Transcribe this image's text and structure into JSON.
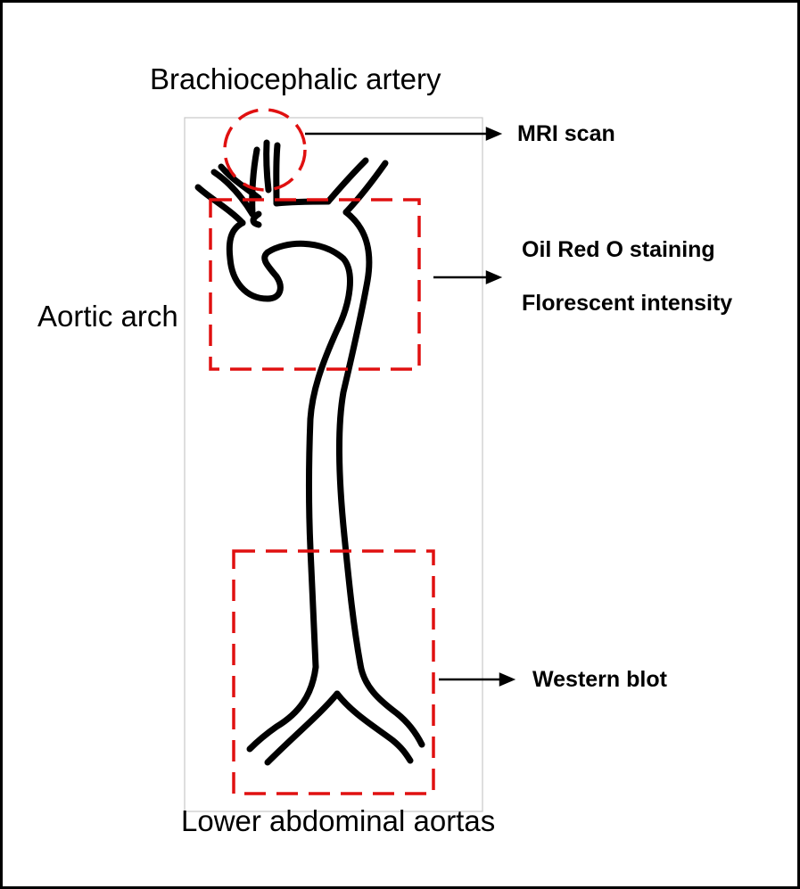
{
  "labels": {
    "brachiocephalic": "Brachiocephalic artery",
    "aortic_arch": "Aortic arch",
    "lower_abdominal": "Lower abdominal aortas",
    "mri": "MRI scan",
    "oil_red": "Oil Red O staining",
    "fluorescent": "Florescent intensity",
    "western": "Western blot"
  },
  "colors": {
    "outline": "#000000",
    "highlight": "#e01010",
    "panel_border": "#c8c8c8"
  }
}
